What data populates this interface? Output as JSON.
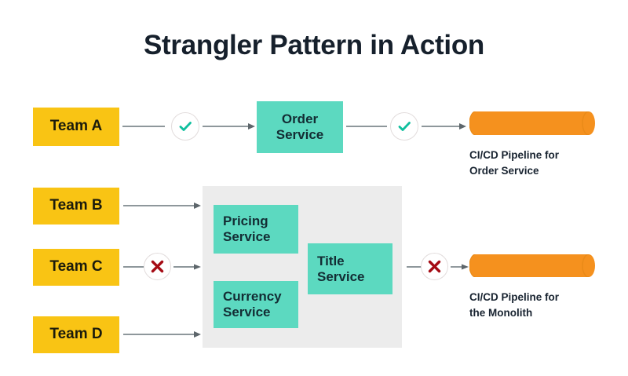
{
  "title": "Strangler Pattern in Action",
  "colors": {
    "background": "#ffffff",
    "team": "#F9C414",
    "service": "#5CD9C0",
    "monolith": "#ececec",
    "pipeline": "#F5911E",
    "pipeline_edge": "#E07B12",
    "arrow": "#7e888d",
    "check": "#0FBF9E",
    "cross": "#A50B14",
    "title_text": "#16202c"
  },
  "teams": [
    {
      "label": "Team A"
    },
    {
      "label": "Team B"
    },
    {
      "label": "Team C"
    },
    {
      "label": "Team D"
    }
  ],
  "services": {
    "order": "Order\nService",
    "order_line1": "Order",
    "order_line2": "Service",
    "pricing_line1": "Pricing",
    "pricing_line2": "Service",
    "currency_line1": "Currency",
    "currency_line2": "Service",
    "title_line1": "Title",
    "title_line2": "Service"
  },
  "pipelines": [
    {
      "caption": "CI/CD Pipeline for\nOrder Service"
    },
    {
      "caption": "CI/CD Pipeline for\nthe Monolith"
    }
  ],
  "badges": [
    {
      "type": "check",
      "row": "order-in"
    },
    {
      "type": "check",
      "row": "order-out"
    },
    {
      "type": "cross",
      "row": "monolith-in"
    },
    {
      "type": "cross",
      "row": "monolith-out"
    }
  ]
}
